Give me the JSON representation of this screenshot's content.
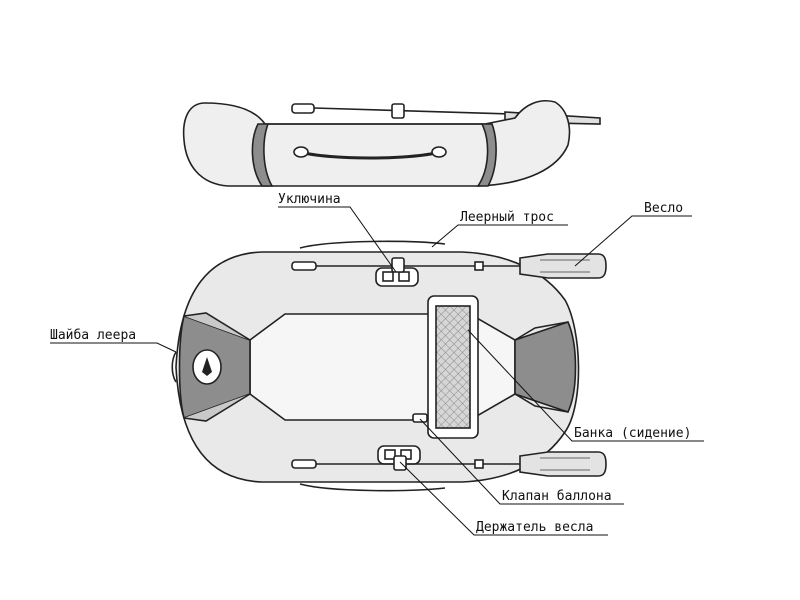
{
  "labels": {
    "oarlock": "Уключина",
    "lifeline": "Леерный трос",
    "oar": "Весло",
    "lifeline_washer": "Шайба леера",
    "seat": "Банка (сидение)",
    "valve": "Клапан баллона",
    "oar_holder": "Держатель весла"
  },
  "colors": {
    "outline": "#222222",
    "hull": "#e9e9e9",
    "floor": "#f6f6f6",
    "transom_panel": "#8d8d8d",
    "seat_panel": "#c9c9c9"
  }
}
